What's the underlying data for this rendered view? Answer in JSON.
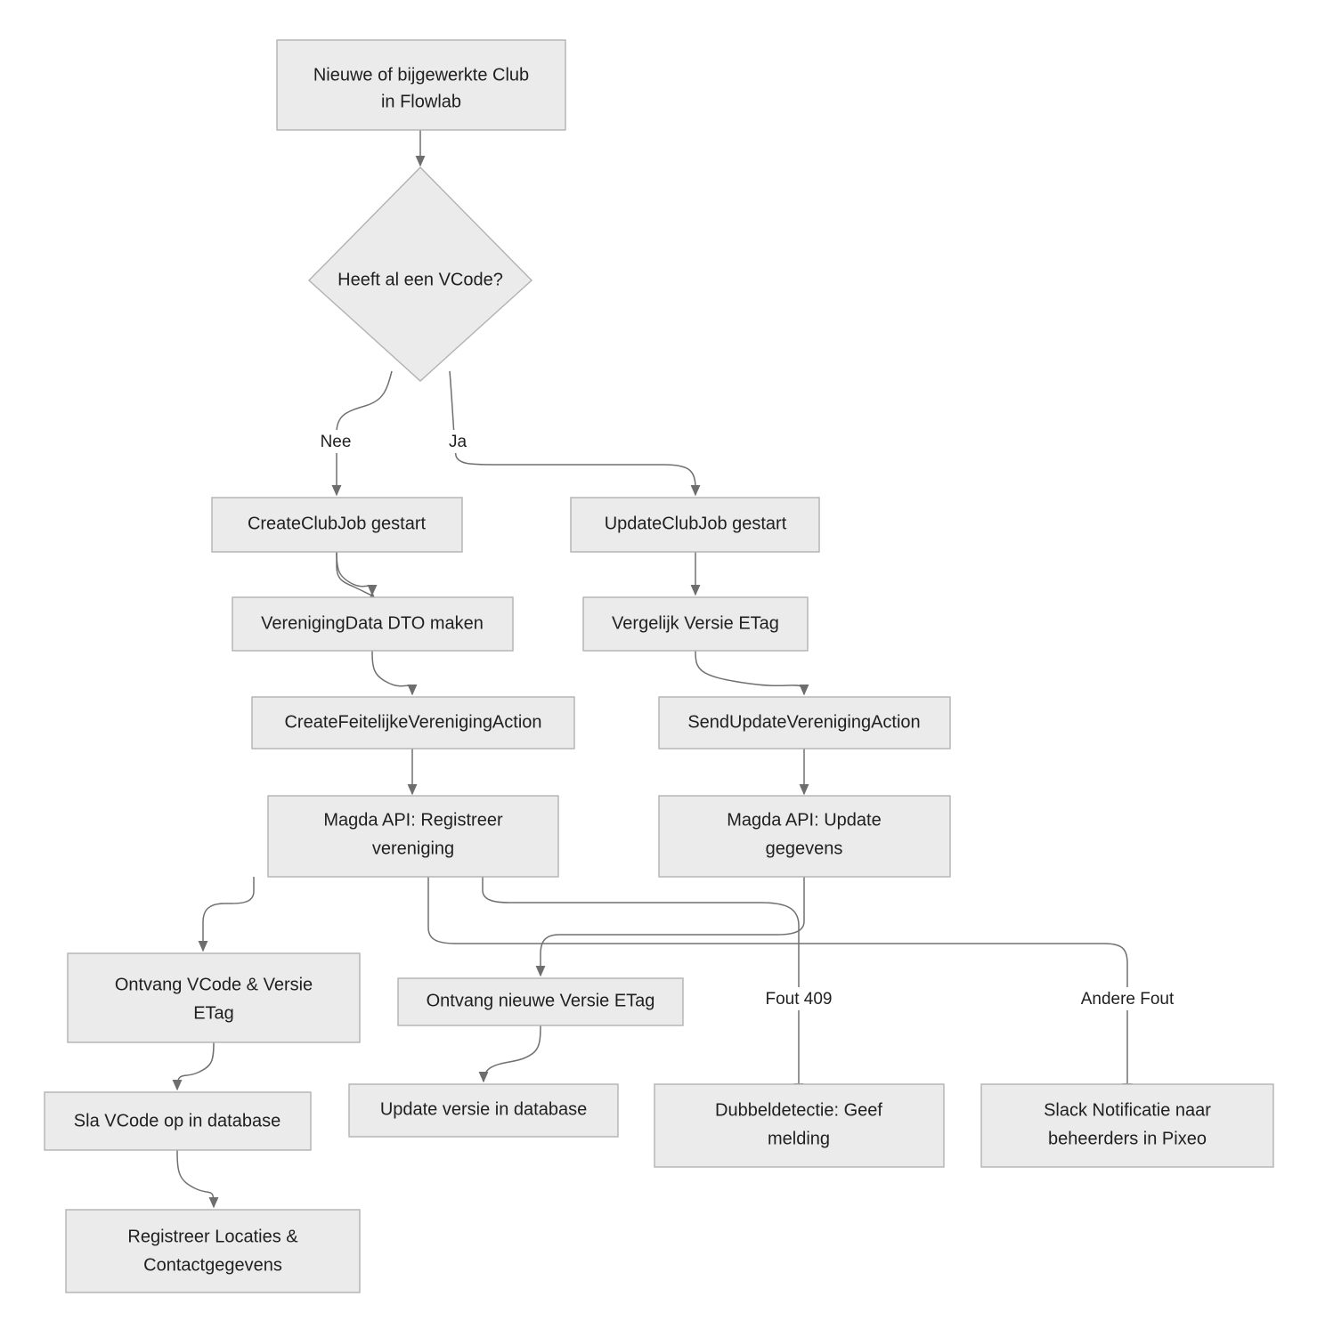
{
  "diagram": {
    "type": "flowchart",
    "title": "Club registratie en update flow",
    "orientation": "top-down",
    "colors": {
      "node_fill": "#ebebeb",
      "node_stroke": "#b2b2b2",
      "edge_stroke": "#707070",
      "text": "#1f1f1f",
      "background": "#ffffff"
    },
    "nodes": [
      {
        "id": "start",
        "shape": "rect",
        "lines": [
          "Nieuwe of bijgewerkte Club",
          "in Flowlab"
        ]
      },
      {
        "id": "decision",
        "shape": "diamond",
        "lines": [
          "Heeft al een VCode?"
        ]
      },
      {
        "id": "createjob",
        "shape": "rect",
        "lines": [
          "CreateClubJob gestart"
        ]
      },
      {
        "id": "updatejob",
        "shape": "rect",
        "lines": [
          "UpdateClubJob gestart"
        ]
      },
      {
        "id": "dto",
        "shape": "rect",
        "lines": [
          "VerenigingData DTO maken"
        ]
      },
      {
        "id": "vergelijk",
        "shape": "rect",
        "lines": [
          "Vergelijk Versie ETag"
        ]
      },
      {
        "id": "createaction",
        "shape": "rect",
        "lines": [
          "CreateFeitelijkeVerenigingAction"
        ]
      },
      {
        "id": "sendaction",
        "shape": "rect",
        "lines": [
          "SendUpdateVerenigingAction"
        ]
      },
      {
        "id": "magdareg",
        "shape": "rect",
        "lines": [
          "Magda API: Registreer",
          "vereniging"
        ]
      },
      {
        "id": "magdaupd",
        "shape": "rect",
        "lines": [
          "Magda API: Update",
          "gegevens"
        ]
      },
      {
        "id": "ontvangvcode",
        "shape": "rect",
        "lines": [
          "Ontvang VCode & Versie",
          "ETag"
        ]
      },
      {
        "id": "ontvangetag",
        "shape": "rect",
        "lines": [
          "Ontvang nieuwe Versie ETag"
        ]
      },
      {
        "id": "slavcode",
        "shape": "rect",
        "lines": [
          "Sla VCode op in database"
        ]
      },
      {
        "id": "updateversie",
        "shape": "rect",
        "lines": [
          "Update versie in database"
        ]
      },
      {
        "id": "dubbel",
        "shape": "rect",
        "lines": [
          "Dubbeldetectie: Geef",
          "melding"
        ]
      },
      {
        "id": "slack",
        "shape": "rect",
        "lines": [
          "Slack Notificatie naar",
          "beheerders in Pixeo"
        ]
      },
      {
        "id": "registreerloc",
        "shape": "rect",
        "lines": [
          "Registreer Locaties &",
          "Contactgegevens"
        ]
      }
    ],
    "edges": [
      {
        "from": "start",
        "to": "decision",
        "label": ""
      },
      {
        "from": "decision",
        "to": "createjob",
        "label": "Nee"
      },
      {
        "from": "decision",
        "to": "updatejob",
        "label": "Ja"
      },
      {
        "from": "createjob",
        "to": "dto",
        "label": ""
      },
      {
        "from": "updatejob",
        "to": "vergelijk",
        "label": ""
      },
      {
        "from": "dto",
        "to": "createaction",
        "label": ""
      },
      {
        "from": "vergelijk",
        "to": "sendaction",
        "label": ""
      },
      {
        "from": "createaction",
        "to": "magdareg",
        "label": ""
      },
      {
        "from": "sendaction",
        "to": "magdaupd",
        "label": ""
      },
      {
        "from": "magdareg",
        "to": "ontvangvcode",
        "label": ""
      },
      {
        "from": "magdareg",
        "to": "dubbel",
        "label": "Fout 409"
      },
      {
        "from": "magdareg",
        "to": "slack",
        "label": "Andere Fout"
      },
      {
        "from": "magdaupd",
        "to": "ontvangetag",
        "label": ""
      },
      {
        "from": "ontvangvcode",
        "to": "slavcode",
        "label": ""
      },
      {
        "from": "ontvangetag",
        "to": "updateversie",
        "label": ""
      },
      {
        "from": "slavcode",
        "to": "registreerloc",
        "label": ""
      }
    ],
    "labels": {
      "start_l1": "Nieuwe of bijgewerkte Club",
      "start_l2": "in Flowlab",
      "decision_l1": "Heeft al een VCode?",
      "createjob_l1": "CreateClubJob gestart",
      "updatejob_l1": "UpdateClubJob gestart",
      "dto_l1": "VerenigingData DTO maken",
      "vergelijk_l1": "Vergelijk Versie ETag",
      "createaction_l1": "CreateFeitelijkeVerenigingAction",
      "sendaction_l1": "SendUpdateVerenigingAction",
      "magdareg_l1": "Magda API: Registreer",
      "magdareg_l2": "vereniging",
      "magdaupd_l1": "Magda API: Update",
      "magdaupd_l2": "gegevens",
      "ontvangvcode_l1": "Ontvang VCode & Versie",
      "ontvangvcode_l2": "ETag",
      "ontvangetag_l1": "Ontvang nieuwe Versie ETag",
      "slavcode_l1": "Sla VCode op in database",
      "updateversie_l1": "Update versie in database",
      "dubbel_l1": "Dubbeldetectie: Geef",
      "dubbel_l2": "melding",
      "slack_l1": "Slack Notificatie naar",
      "slack_l2": "beheerders in Pixeo",
      "registreerloc_l1": "Registreer Locaties &",
      "registreerloc_l2": "Contactgegevens",
      "edge_nee": "Nee",
      "edge_ja": "Ja",
      "edge_fout409": "Fout 409",
      "edge_anderefout": "Andere Fout"
    }
  }
}
